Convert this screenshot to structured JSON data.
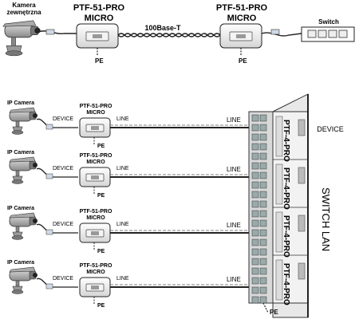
{
  "top": {
    "camera_label_line1": "Kamera",
    "camera_label_line2": "zewnętrzna",
    "device1_name_line1": "PTF-51-PRO",
    "device1_name_line2": "MICRO",
    "device2_name_line1": "PTF-51-PRO",
    "device2_name_line2": "MICRO",
    "link_label": "100Base-T",
    "pe1": "PE",
    "pe2": "PE",
    "switch_label": "Switch"
  },
  "bottom": {
    "rows": [
      {
        "camera_label": "IP Camera",
        "device_label": "DEVICE",
        "protector_line1": "PTF-51-PRO",
        "protector_line2": "MICRO",
        "line_label": "LINE",
        "pe": "PE",
        "far_line_label": "LINE"
      },
      {
        "camera_label": "IP Camera",
        "device_label": "DEVICE",
        "protector_line1": "PTF-51-PRO",
        "protector_line2": "MICRO",
        "line_label": "LINE",
        "pe": "PE",
        "far_line_label": "LINE"
      },
      {
        "camera_label": "IP Camera",
        "device_label": "DEVICE",
        "protector_line1": "PTF-51-PRO",
        "protector_line2": "MICRO",
        "line_label": "LINE",
        "pe": "PE",
        "far_line_label": "LINE"
      },
      {
        "camera_label": "IP Camera",
        "device_label": "DEVICE",
        "protector_line1": "PTF-51-PRO",
        "protector_line2": "MICRO",
        "line_label": "LINE",
        "pe": "PE",
        "far_line_label": "LINE"
      }
    ],
    "panel_modules": [
      "PTF-4-PRO",
      "PTF-4-PRO",
      "PTF-4-PRO",
      "PTF-4-PRO"
    ],
    "panel_pe": "PE",
    "device_side_label": "DEVICE",
    "switch_lan_label": "SWITCH LAN"
  },
  "icons": [
    "camera-icon",
    "surge-protector-icon",
    "switch-icon",
    "ground-wire-icon",
    "rack-panel-icon"
  ]
}
